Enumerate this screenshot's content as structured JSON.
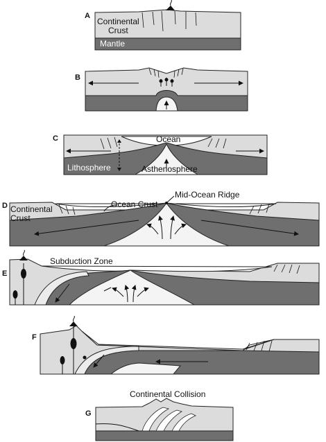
{
  "panels": {
    "a": {
      "letter": "A",
      "labels": {
        "crust": "Continental Crust",
        "crust_l1": "Continental",
        "crust_l2": "Crust",
        "mantle": "Mantle"
      }
    },
    "b": {
      "letter": "B"
    },
    "c": {
      "letter": "C",
      "labels": {
        "ocean": "Ocean",
        "lithosphere": "Lithosphere",
        "asthenosphere": "Asthenosphere"
      }
    },
    "d": {
      "letter": "D",
      "labels": {
        "crust_l1": "Continental",
        "crust_l2": "Crust",
        "ocean_crust": "Ocean Crust",
        "ridge": "Mid-Ocean Ridge"
      }
    },
    "e": {
      "letter": "E",
      "labels": {
        "subduction": "Subduction Zone"
      }
    },
    "f": {
      "letter": "F"
    },
    "g": {
      "letter": "G",
      "labels": {
        "collision": "Continental Collision"
      }
    }
  },
  "colors": {
    "crust": "#dcdcdc",
    "mantle": "#6f6f6f",
    "asthenosphere": "#f4f4f4",
    "outline": "#222222"
  }
}
